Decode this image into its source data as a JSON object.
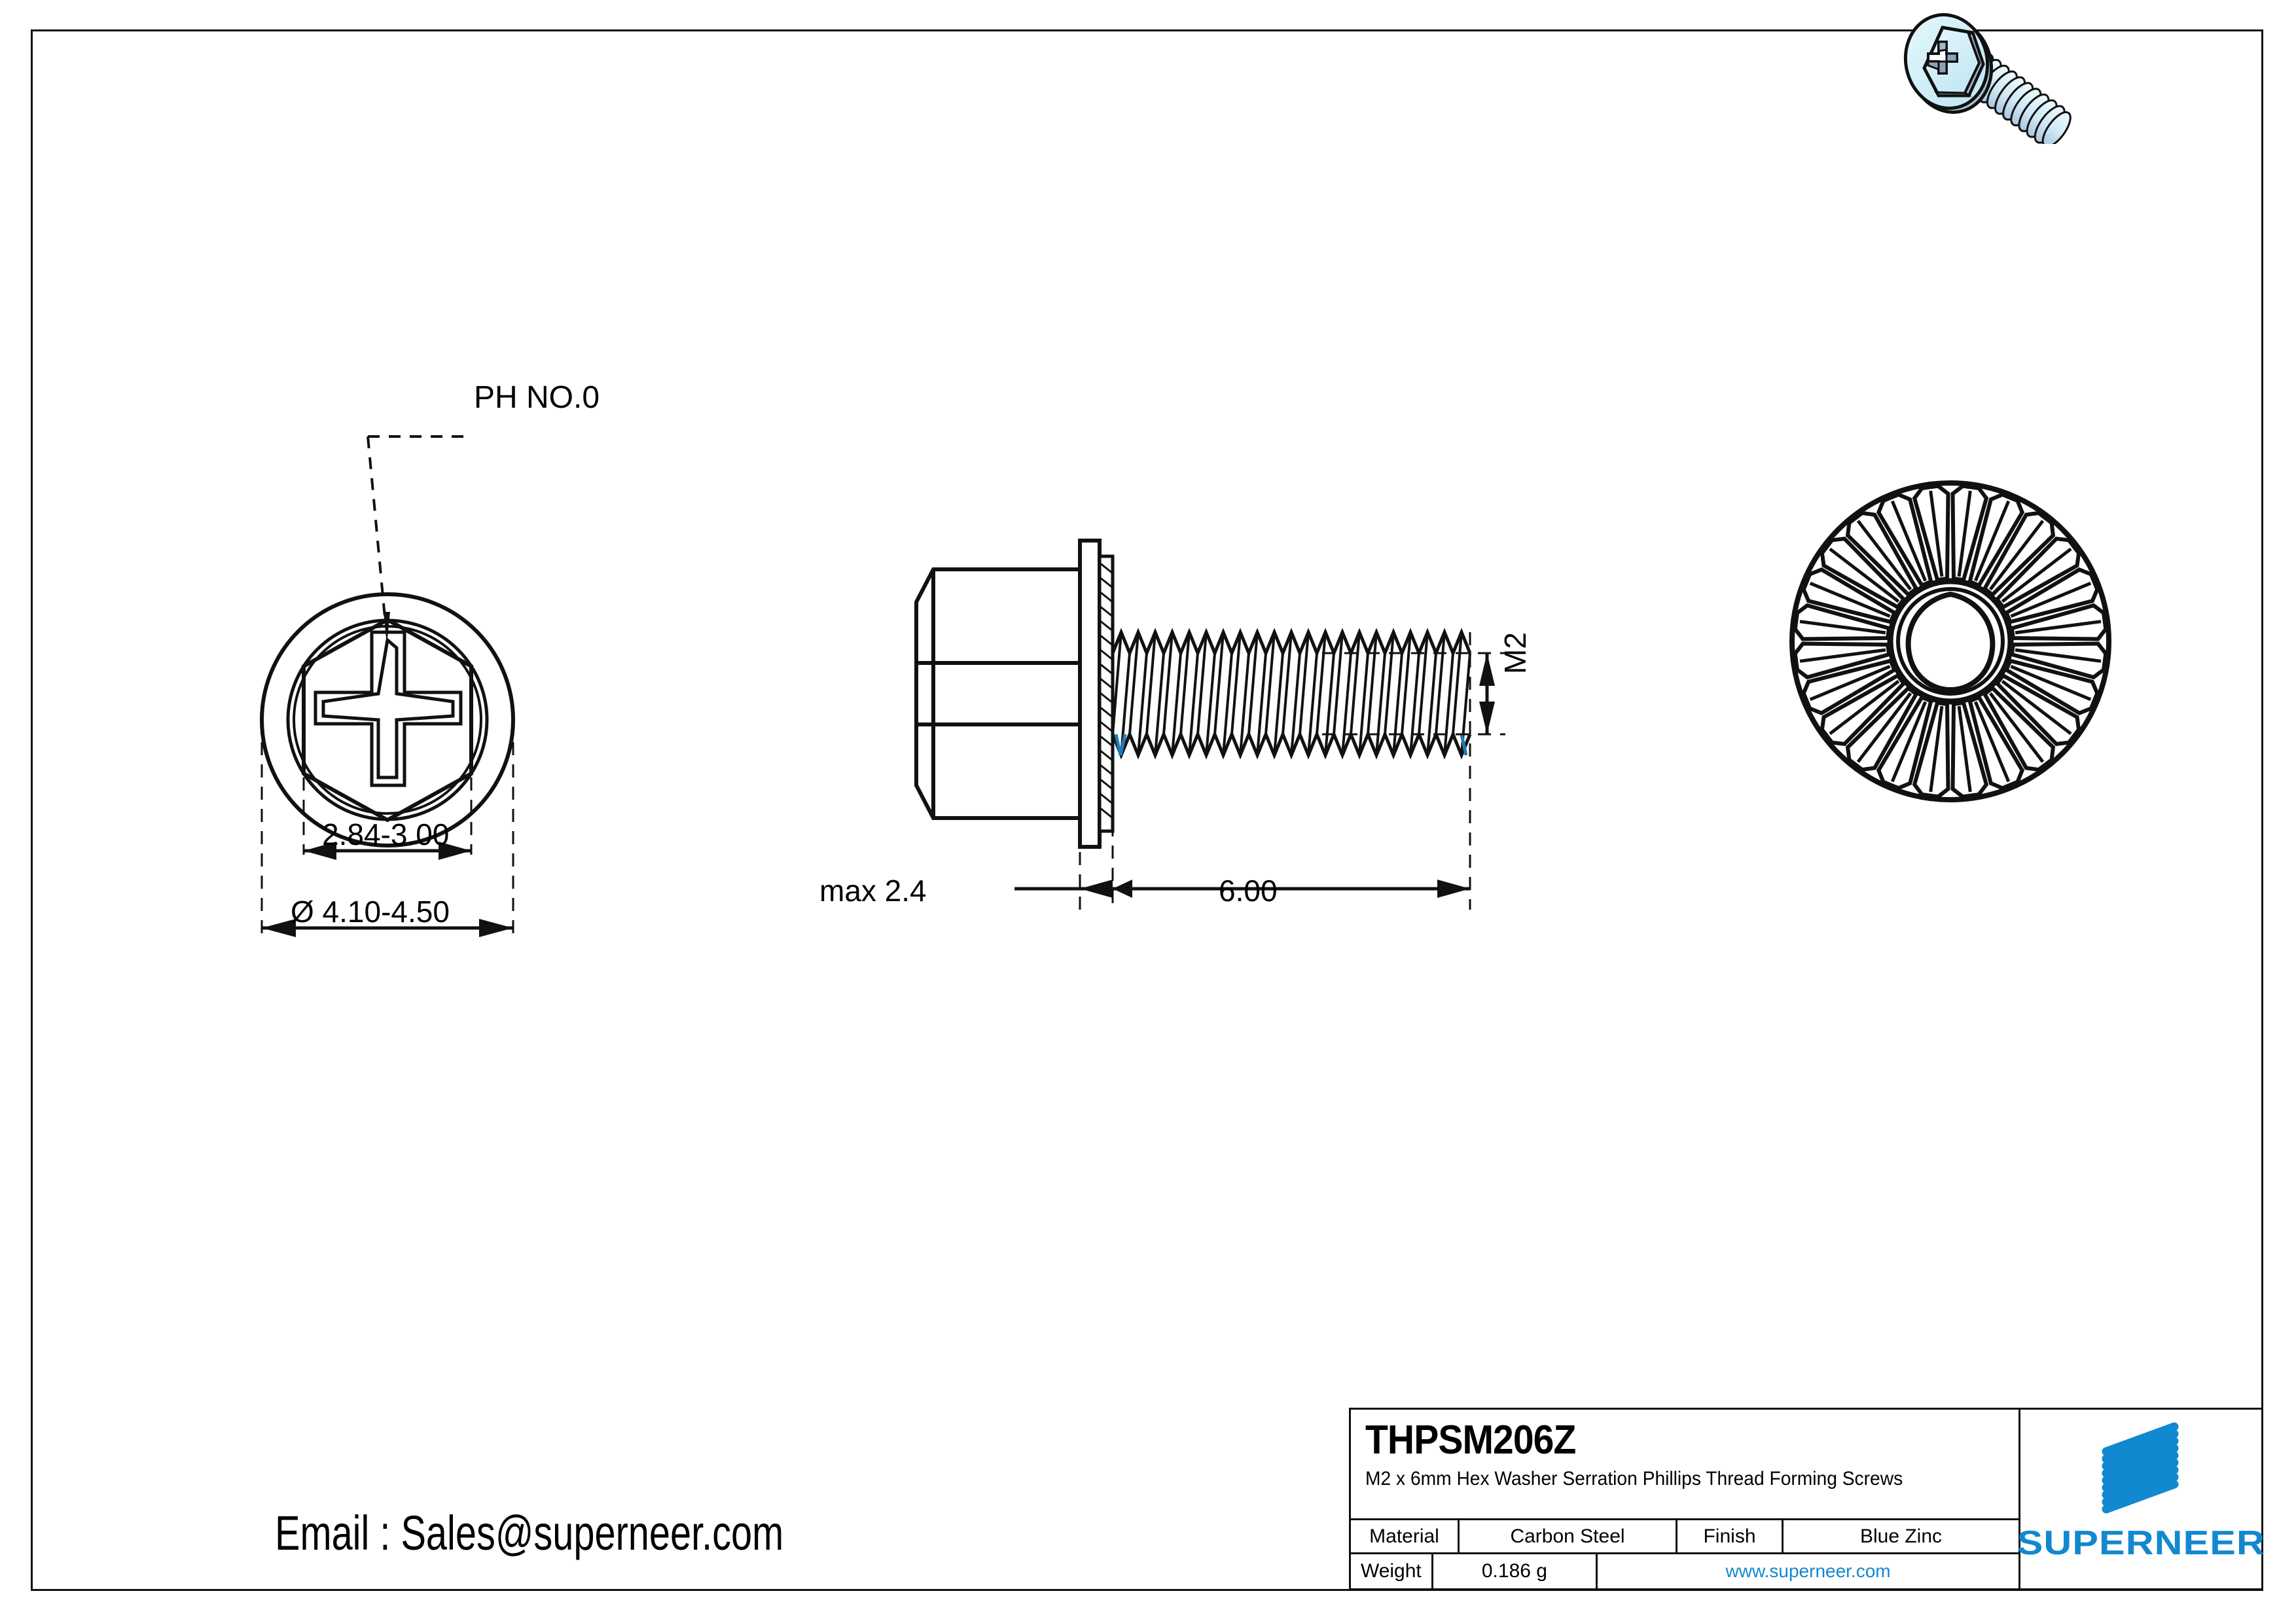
{
  "drawing": {
    "part_number": "THPSM206Z",
    "description": "M2 x 6mm Hex Washer Serration Phillips Thread Forming  Screws",
    "email_line": "Email : Sales@superneer.com",
    "accent_color": "#1288d0",
    "line_color": "#111111",
    "model_face_color": "#d8f4f9",
    "model_recess_color": "#8fa0bd"
  },
  "titleblock": {
    "material_label": "Material",
    "material_value": "Carbon Steel",
    "finish_label": "Finish",
    "finish_value": "Blue Zinc",
    "weight_label": "Weight",
    "weight_value": "0.186 g",
    "website": "www.superneer.com",
    "brand": "SUPERNEER"
  },
  "views": {
    "top": {
      "name": "top-view",
      "callout": "PH NO.0",
      "dim_across_flats": "2.84-3.00",
      "dim_flange_diameter": "Ø 4.10-4.50"
    },
    "side": {
      "name": "side-view",
      "dim_head_height": "max 2.4",
      "dim_thread_length": "6.00",
      "dim_thread_size": "M2"
    },
    "bottom": {
      "name": "bottom-serration-view",
      "serration_count": 24
    },
    "model": {
      "name": "isometric-3d-model"
    }
  }
}
